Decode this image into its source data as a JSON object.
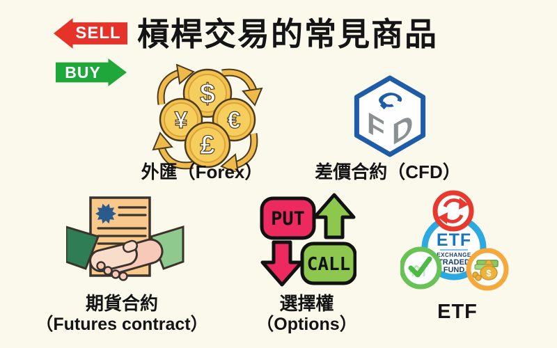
{
  "title": "槓桿交易的常見商品",
  "badges": {
    "sell": "SELL",
    "buy": "BUY"
  },
  "colors": {
    "background": "#FBF9EC",
    "sell_red": "#E6332A",
    "buy_green": "#1EA73B",
    "coin_gold": "#F2C14E",
    "cfd_blue": "#1E5CA8",
    "cfd_gray": "#8A8F92",
    "put_pink": "#EC2A5F",
    "call_green": "#8DC74E",
    "etf_ring_blue": "#2BA9E0",
    "etf_red": "#E8392E",
    "etf_green": "#5CBE5C",
    "etf_orange": "#F5A83C"
  },
  "products": {
    "forex": {
      "label": "外匯（Forex）",
      "currencies": {
        "dollar": "$",
        "yen": "¥",
        "euro": "€",
        "pound": "£"
      }
    },
    "cfd": {
      "label": "差價合約（CFD）",
      "letters": {
        "c": "C",
        "f": "F",
        "d": "D"
      }
    },
    "futures": {
      "label_zh": "期貨合約",
      "label_en": "（Futures contract）"
    },
    "options": {
      "label_zh": "選擇權",
      "label_en": "（Options）",
      "put": "PUT",
      "call": "CALL"
    },
    "etf": {
      "label": "ETF",
      "badge_title": "ETF",
      "badge_lines": [
        "EXCHANGE",
        "TRADED",
        "FUND"
      ],
      "bag_symbol": "$"
    }
  }
}
